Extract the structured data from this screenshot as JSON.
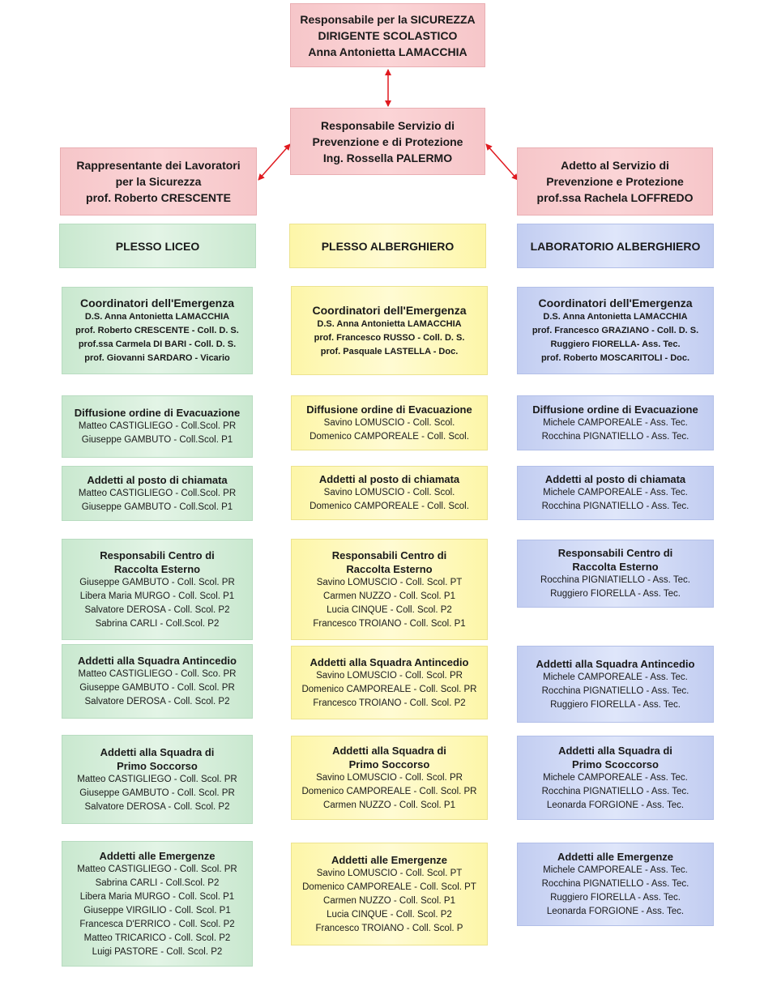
{
  "top": {
    "resp_sicurezza": [
      "Responsabile per la SICUREZZA",
      "DIRIGENTE SCOLASTICO",
      "Anna Antonietta LAMACCHIA"
    ],
    "rspp": [
      "Responsabile Servizio di",
      "Prevenzione e di  Protezione",
      "Ing. Rossella  PALERMO"
    ],
    "rls": [
      "Rappresentante dei Lavoratori",
      "per la Sicurezza",
      "prof. Roberto CRESCENTE"
    ],
    "aspp": [
      "Adetto al Servizio di",
      "Prevenzione e Protezione",
      "prof.ssa Rachela LOFFREDO"
    ]
  },
  "colors": {
    "red": "#f6c6c9",
    "green": "#c9e8cf",
    "yellow": "#fdf6a8",
    "blue": "#c2cdf1",
    "arrow": "#e0191f"
  },
  "columns": [
    {
      "header": "PLESSO LICEO",
      "boxes": [
        {
          "title": [
            "Coordinatori dell'Emergenza"
          ],
          "members": [
            "D.S. Anna Antonietta LAMACCHIA",
            "prof. Roberto CRESCENTE - Coll. D. S.",
            "prof.ssa Carmela DI BARI - Coll. D. S.",
            "prof. Giovanni SARDARO  - Vicario"
          ]
        },
        {
          "title": [
            "Diffusione ordine di Evacuazione"
          ],
          "members": [
            "Matteo CASTIGLIEGO - Coll.Scol. PR",
            "Giuseppe GAMBUTO - Coll.Scol. P1"
          ]
        },
        {
          "title": [
            "Addetti al posto di chiamata"
          ],
          "members": [
            "Matteo CASTIGLIEGO - Coll.Scol. PR",
            "Giuseppe GAMBUTO - Coll.Scol. P1"
          ]
        },
        {
          "title": [
            "Responsabili Centro di",
            "Raccolta Esterno"
          ],
          "members": [
            "Giuseppe GAMBUTO - Coll. Scol. PR",
            "Libera Maria MURGO - Coll. Scol. P1",
            "Salvatore DEROSA - Coll. Scol. P2",
            "Sabrina CARLI - Coll.Scol. P2"
          ]
        },
        {
          "title": [
            "Addetti alla Squadra Antincedio"
          ],
          "members": [
            "Matteo CASTIGLIEGO - Coll. Sco. PR",
            "Giuseppe GAMBUTO - Coll. Scol. PR",
            "Salvatore DEROSA - Coll. Scol. P2"
          ]
        },
        {
          "title": [
            "Addetti alla Squadra di",
            "Primo Soccorso"
          ],
          "members": [
            "Matteo CASTIGLIEGO - Coll. Scol. PR",
            "Giuseppe GAMBUTO - Coll. Scol. PR",
            "Salvatore DEROSA - Coll. Scol. P2"
          ]
        },
        {
          "title": [
            "Addetti alle Emergenze"
          ],
          "members": [
            "Matteo CASTIGLIEGO - Coll. Scol. PR",
            "Sabrina CARLI - Coll.Scol. P2",
            "Libera Maria MURGO - Coll. Scol. P1",
            "Giuseppe VIRGILIO - Coll. Scol. P1",
            "Francesca D'ERRICO - Coll. Scol. P2",
            "Matteo TRICARICO - Coll. Scol. P2",
            "Luigi PASTORE - Coll. Scol. P2"
          ]
        }
      ]
    },
    {
      "header": "PLESSO ALBERGHIERO",
      "boxes": [
        {
          "title": [
            "Coordinatori dell'Emergenza"
          ],
          "members": [
            "D.S. Anna Antonietta LAMACCHIA",
            "prof. Francesco RUSSO - Coll. D. S.",
            "prof. Pasquale LASTELLA  - Doc."
          ]
        },
        {
          "title": [
            "Diffusione ordine di Evacuazione"
          ],
          "members": [
            "Savino LOMUSCIO - Coll. Scol.",
            "Domenico CAMPOREALE - Coll. Scol."
          ]
        },
        {
          "title": [
            "Addetti al posto di chiamata"
          ],
          "members": [
            "Savino LOMUSCIO - Coll. Scol.",
            "Domenico CAMPOREALE - Coll. Scol."
          ]
        },
        {
          "title": [
            "Responsabili Centro di",
            "Raccolta Esterno"
          ],
          "members": [
            "Savino LOMUSCIO - Coll. Scol. PT",
            "Carmen NUZZO - Coll. Scol. P1",
            "Lucia CINQUE - Coll. Scol. P2",
            "Francesco TROIANO - Coll. Scol. P1"
          ]
        },
        {
          "title": [
            "Addetti alla Squadra Antincedio"
          ],
          "members": [
            "Savino LOMUSCIO - Coll. Scol. PR",
            "Domenico CAMPOREALE - Coll. Scol. PR",
            "Francesco TROIANO - Coll. Scol. P2"
          ]
        },
        {
          "title": [
            "Addetti alla Squadra di",
            "Primo Soccorso"
          ],
          "members": [
            "Savino LOMUSCIO - Coll. Scol. PR",
            "Domenico CAMPOREALE - Coll. Scol. PR",
            "Carmen NUZZO - Coll. Scol. P1"
          ]
        },
        {
          "title": [
            "Addetti alle Emergenze"
          ],
          "members": [
            "Savino LOMUSCIO - Coll. Scol. PT",
            "Domenico CAMPOREALE - Coll. Scol. PT",
            "Carmen NUZZO - Coll. Scol. P1",
            "Lucia CINQUE - Coll. Scol. P2",
            "Francesco TROIANO - Coll. Scol. P"
          ]
        }
      ]
    },
    {
      "header": "LABORATORIO ALBERGHIERO",
      "boxes": [
        {
          "title": [
            "Coordinatori dell'Emergenza"
          ],
          "members": [
            "D.S. Anna Antonietta LAMACCHIA",
            "prof. Francesco GRAZIANO - Coll. D. S.",
            "Ruggiero FIORELLA- Ass. Tec.",
            "prof. Roberto MOSCARITOLI  - Doc."
          ]
        },
        {
          "title": [
            "Diffusione ordine di Evacuazione"
          ],
          "members": [
            "Michele CAMPOREALE - Ass. Tec.",
            "Rocchina PIGNATIELLO - Ass. Tec."
          ]
        },
        {
          "title": [
            "Addetti al posto di chiamata"
          ],
          "members": [
            "Michele CAMPOREALE - Ass. Tec.",
            "Rocchina PIGNATIELLO - Ass. Tec."
          ]
        },
        {
          "title": [
            "Responsabili Centro di",
            "Raccolta Esterno"
          ],
          "members": [
            "Rocchina PIGNIATIELLO - Ass. Tec.",
            "Ruggiero FIORELLA - Ass. Tec."
          ]
        },
        {
          "title": [
            "Addetti alla Squadra Antincedio"
          ],
          "members": [
            "Michele CAMPOREALE - Ass. Tec.",
            "Rocchina PIGNATIELLO - Ass. Tec.",
            "Ruggiero FIORELLA - Ass. Tec."
          ]
        },
        {
          "title": [
            "Addetti alla Squadra di",
            "Primo Scoccorso"
          ],
          "members": [
            "Michele CAMPOREALE - Ass. Tec.",
            "Rocchina PIGNATIELLO - Ass. Tec.",
            "Leonarda FORGIONE - Ass. Tec."
          ]
        },
        {
          "title": [
            "Addetti alle Emergenze"
          ],
          "members": [
            "Michele CAMPOREALE - Ass. Tec.",
            "Rocchina PIGNATIELLO - Ass. Tec.",
            "Ruggiero FIORELLA - Ass. Tec.",
            "Leonarda FORGIONE - Ass. Tec."
          ]
        }
      ]
    }
  ]
}
